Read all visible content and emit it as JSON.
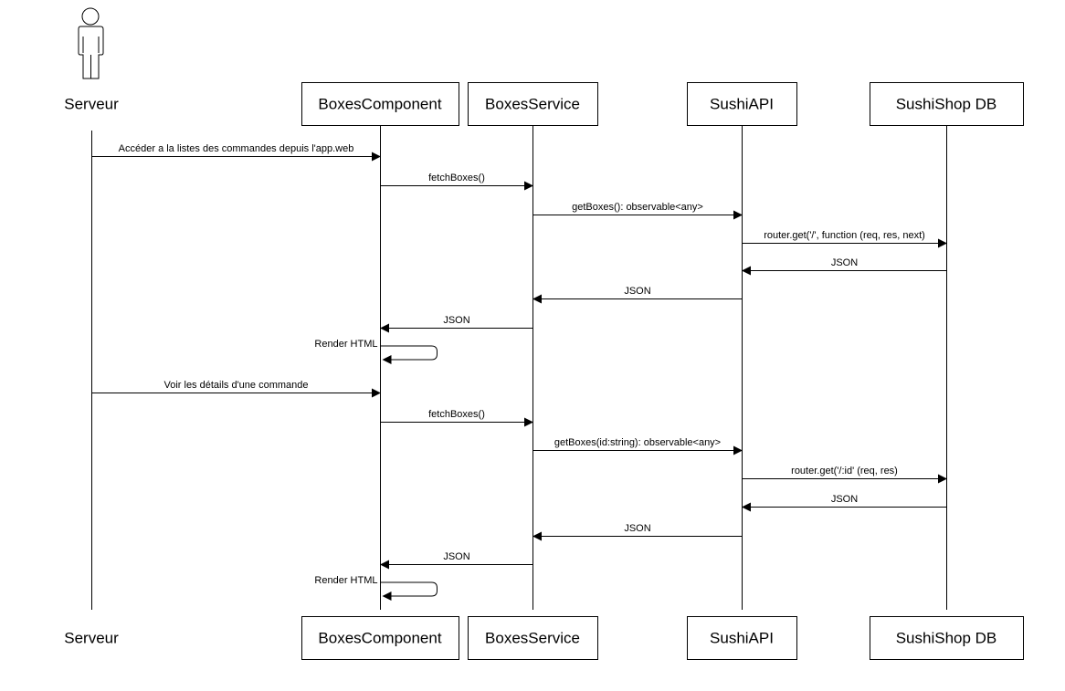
{
  "participants": [
    {
      "id": "serveur",
      "kind": "actor",
      "label": "Serveur"
    },
    {
      "id": "boxescomponent",
      "kind": "box",
      "label": "BoxesComponent"
    },
    {
      "id": "boxesservice",
      "kind": "box",
      "label": "BoxesService"
    },
    {
      "id": "sushiapi",
      "kind": "box",
      "label": "SushiAPI"
    },
    {
      "id": "sushishopdb",
      "kind": "box",
      "label": "SushiShop DB"
    }
  ],
  "messages": [
    {
      "from": "serveur",
      "to": "boxescomponent",
      "label": "Accéder a la listes des commandes depuis l'app.web"
    },
    {
      "from": "boxescomponent",
      "to": "boxesservice",
      "label": "fetchBoxes()"
    },
    {
      "from": "boxesservice",
      "to": "sushiapi",
      "label": "getBoxes(): observable<any>"
    },
    {
      "from": "sushiapi",
      "to": "sushishopdb",
      "label": "router.get('/', function (req, res, next)"
    },
    {
      "from": "sushishopdb",
      "to": "sushiapi",
      "label": "JSON"
    },
    {
      "from": "sushiapi",
      "to": "boxesservice",
      "label": "JSON"
    },
    {
      "from": "boxesservice",
      "to": "boxescomponent",
      "label": "JSON"
    },
    {
      "from": "boxescomponent",
      "to": "boxescomponent",
      "label": "Render HTML",
      "self": true
    },
    {
      "from": "serveur",
      "to": "boxescomponent",
      "label": "Voir les détails d'une commande"
    },
    {
      "from": "boxescomponent",
      "to": "boxesservice",
      "label": "fetchBoxes()"
    },
    {
      "from": "boxesservice",
      "to": "sushiapi",
      "label": "getBoxes(id:string): observable<any>"
    },
    {
      "from": "sushiapi",
      "to": "sushishopdb",
      "label": "router.get('/:id' (req, res)"
    },
    {
      "from": "sushishopdb",
      "to": "sushiapi",
      "label": "JSON"
    },
    {
      "from": "sushiapi",
      "to": "boxesservice",
      "label": "JSON"
    },
    {
      "from": "boxesservice",
      "to": "boxescomponent",
      "label": "JSON"
    },
    {
      "from": "boxescomponent",
      "to": "boxescomponent",
      "label": "Render HTML",
      "self": true
    }
  ]
}
